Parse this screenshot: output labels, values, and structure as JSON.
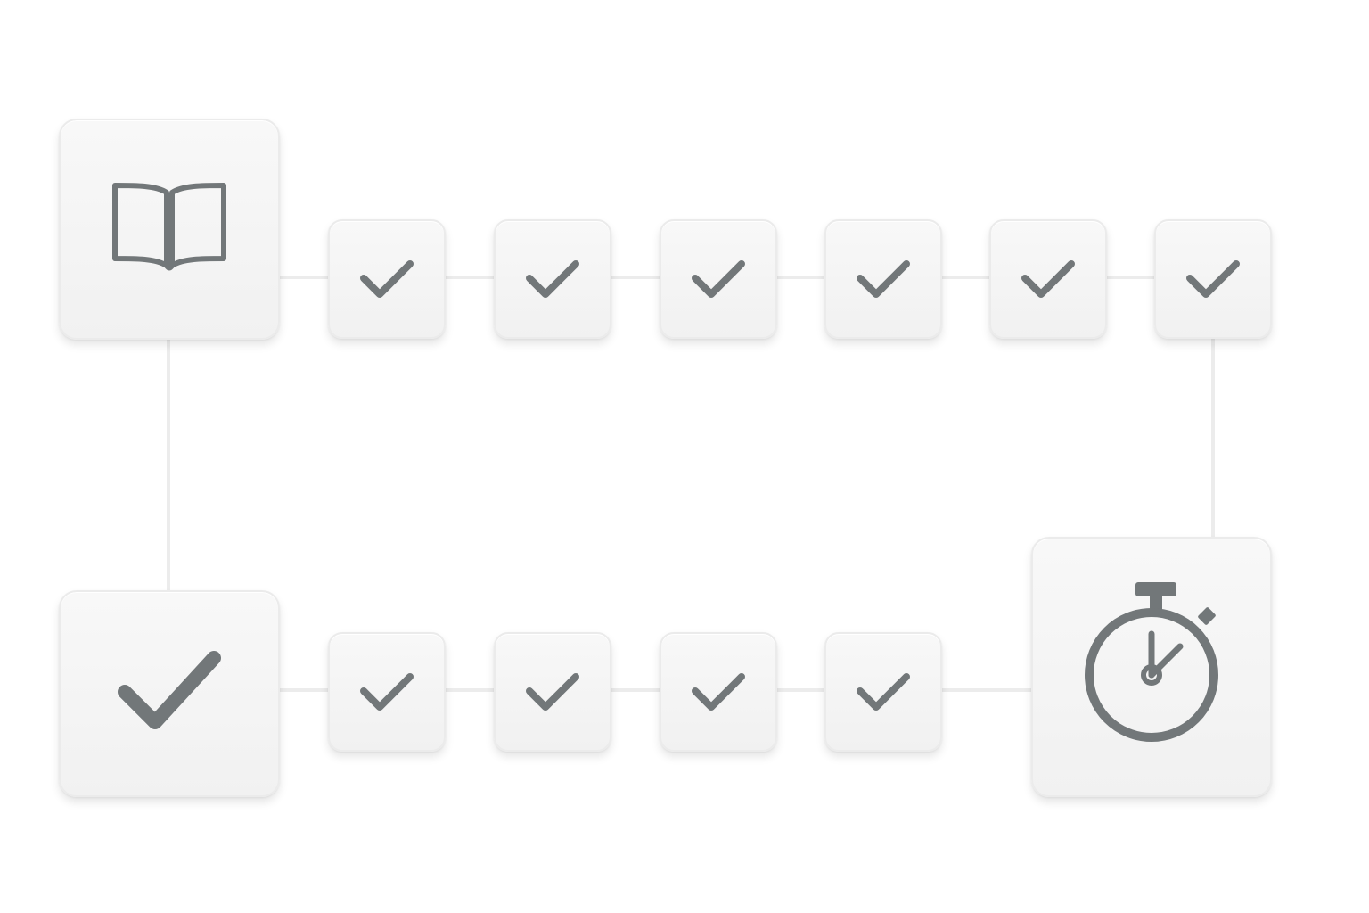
{
  "diagram": {
    "start": {
      "icon": "open-book-icon"
    },
    "end": {
      "icon": "checkmark-icon"
    },
    "timer": {
      "icon": "stopwatch-icon"
    },
    "top_steps": [
      {
        "icon": "check-icon",
        "state": "done"
      },
      {
        "icon": "check-icon",
        "state": "done"
      },
      {
        "icon": "check-icon",
        "state": "done"
      },
      {
        "icon": "check-icon",
        "state": "done"
      },
      {
        "icon": "check-icon",
        "state": "done"
      },
      {
        "icon": "check-icon",
        "state": "done"
      }
    ],
    "bottom_steps": [
      {
        "icon": "check-icon",
        "state": "done"
      },
      {
        "icon": "check-icon",
        "state": "done"
      },
      {
        "icon": "check-icon",
        "state": "done"
      },
      {
        "icon": "check-icon",
        "state": "done"
      }
    ],
    "colors": {
      "icon": "#727779",
      "node_fill": "#f4f4f4",
      "node_border": "#ebebeb",
      "connector": "#ececec",
      "background": "#ffffff"
    }
  }
}
